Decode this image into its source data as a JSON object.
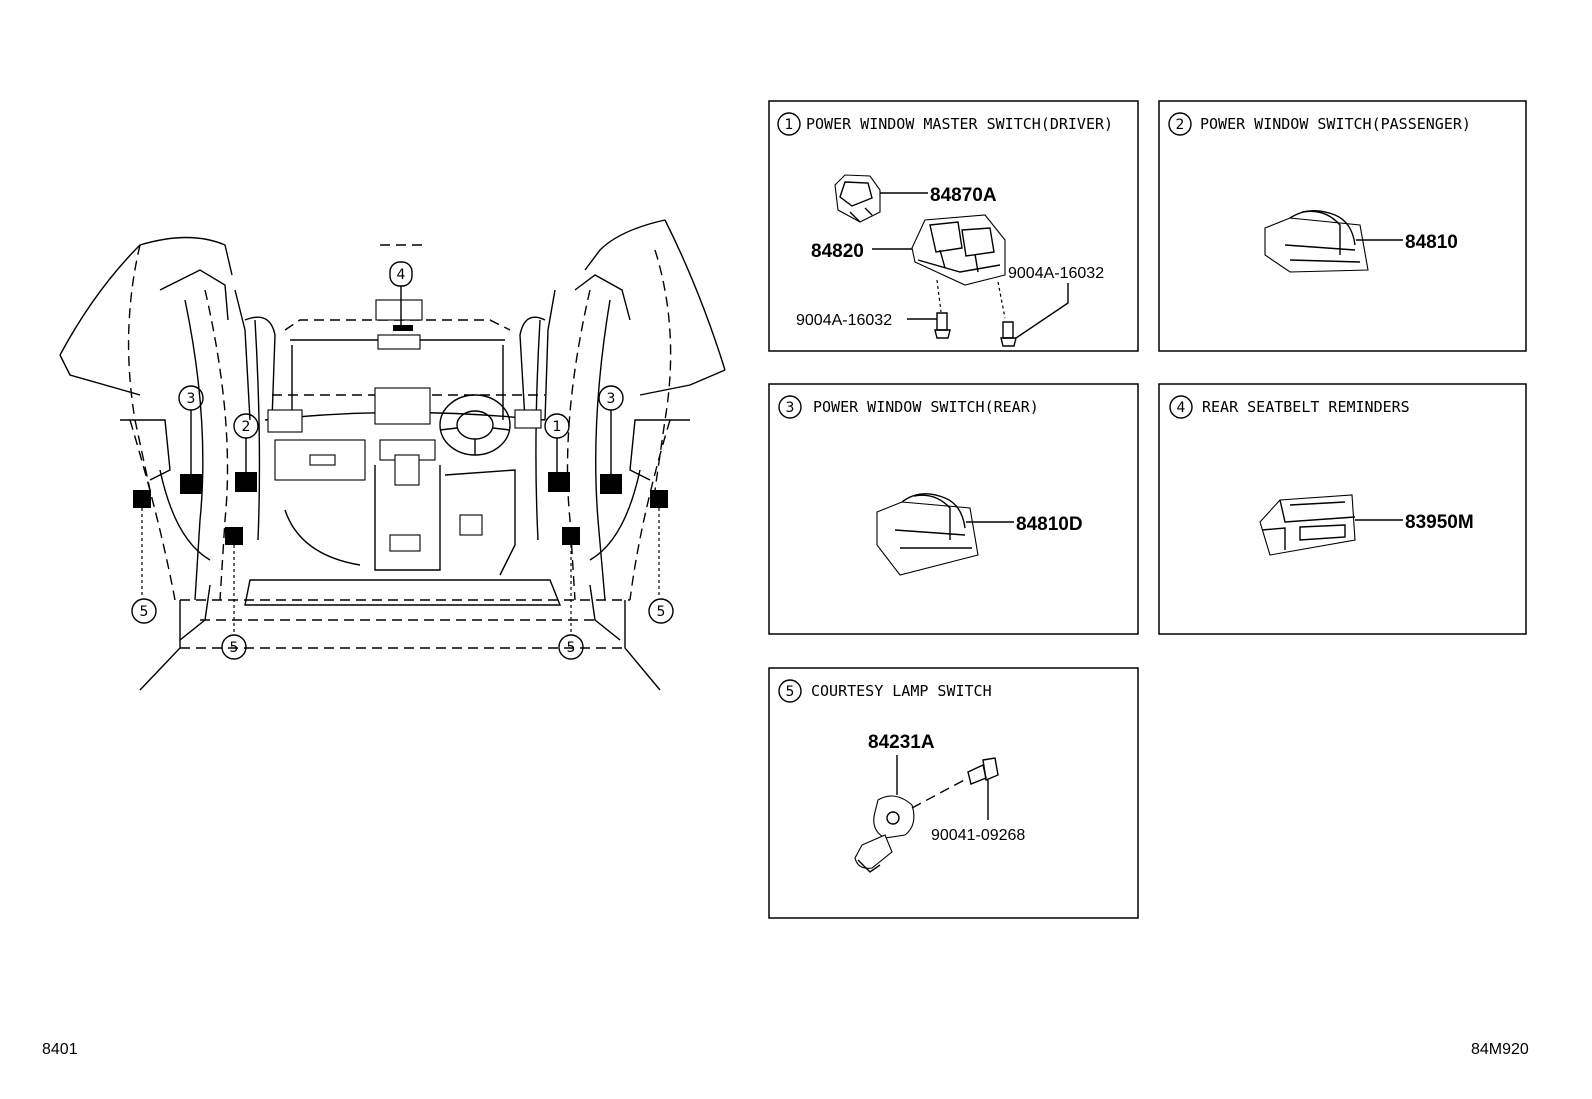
{
  "panels": [
    {
      "num": "1",
      "title": "POWER WINDOW MASTER SWITCH(DRIVER)",
      "parts": [
        "84870A",
        "84820",
        "9004A-16032",
        "9004A-16032"
      ]
    },
    {
      "num": "2",
      "title": "POWER WINDOW SWITCH(PASSENGER)",
      "parts": [
        "84810"
      ]
    },
    {
      "num": "3",
      "title": "POWER WINDOW SWITCH(REAR)",
      "parts": [
        "84810D"
      ]
    },
    {
      "num": "4",
      "title": "REAR SEATBELT REMINDERS",
      "parts": [
        "83950M"
      ]
    },
    {
      "num": "5",
      "title": "COURTESY LAMP SWITCH",
      "parts": [
        "84231A",
        "90041-09268"
      ]
    }
  ],
  "overview_callouts": [
    "3",
    "2",
    "1",
    "3",
    "4",
    "5",
    "5",
    "5",
    "5"
  ],
  "footer": {
    "left_code": "8401",
    "right_code": "84M920"
  }
}
